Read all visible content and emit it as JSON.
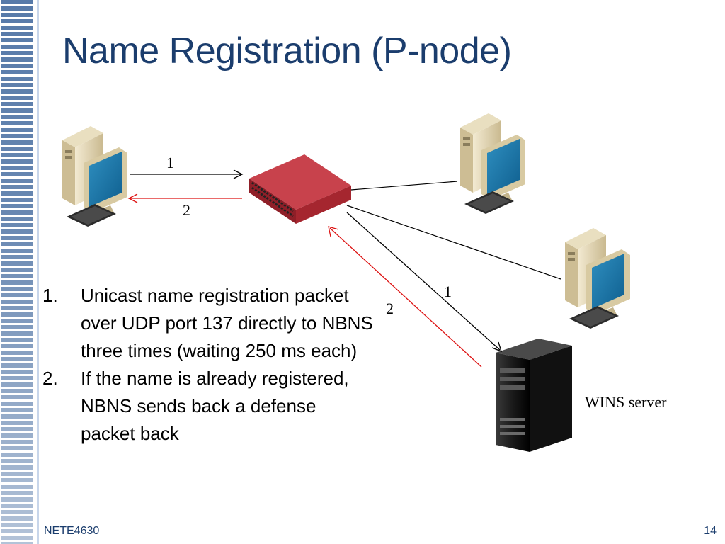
{
  "slide": {
    "title": "Name Registration (P-node)",
    "footer_left": "NETE4630",
    "page_number": "14"
  },
  "diagram": {
    "arrow_labels": {
      "client_request": "1",
      "client_response": "2",
      "server_request": "1",
      "server_response": "2"
    },
    "server_label": "WINS server",
    "colors": {
      "request_arrow": "#000000",
      "response_arrow": "#dd1111",
      "switch": "#b5303a"
    }
  },
  "steps": [
    {
      "number": "1.",
      "text": "Unicast name registration packet over UDP port 137 directly to NBNS three times (waiting 250 ms each)"
    },
    {
      "number": "2.",
      "text": "If the name is already registered, NBNS sends back a defense packet back"
    }
  ]
}
